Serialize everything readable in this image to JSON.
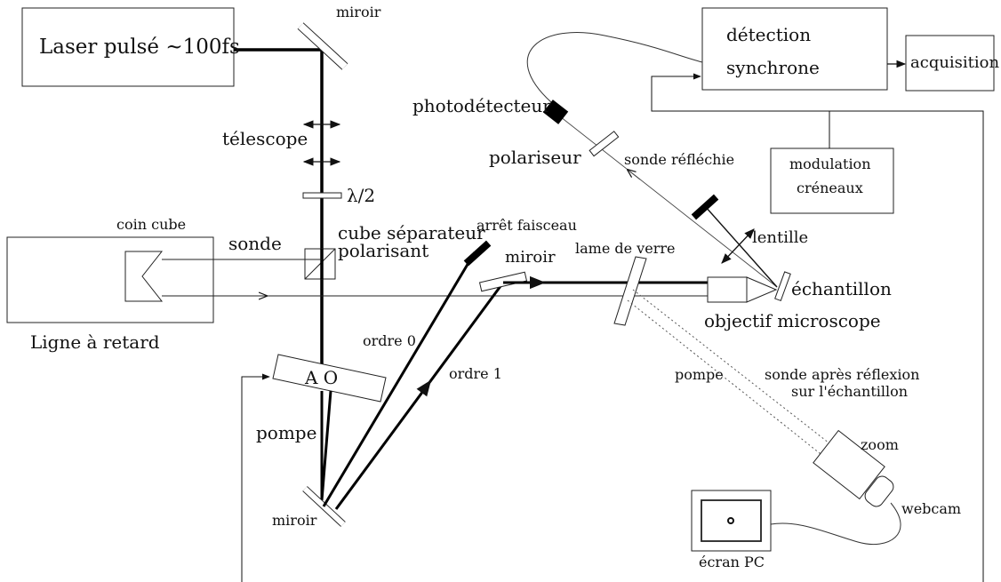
{
  "labels": {
    "laser": "Laser pulsé ~100fs",
    "miroir_top": "miroir",
    "telescope": "télescope",
    "lambda2": "λ/2",
    "coin_cube": "coin cube",
    "sonde": "sonde",
    "cube_sep_1": "cube séparateur",
    "cube_sep_2": "polarisant",
    "ligne_retard": "Ligne à retard",
    "arret_faisceau": "arrêt faisceau",
    "miroir_mid": "miroir",
    "ordre0": "ordre 0",
    "ordre1": "ordre 1",
    "ao": "A O",
    "pompe_left": "pompe",
    "miroir_bottom": "miroir",
    "lame_verre": "lame de verre",
    "echantillon": "échantillon",
    "objectif": "objectif microscope",
    "lentille": "lentille",
    "photodetecteur": "photodétecteur",
    "polariseur": "polariseur",
    "sonde_reflechie": "sonde réfléchie",
    "detection_1": "détection",
    "detection_2": "synchrone",
    "acquisition": "acquisition",
    "modulation_1": "modulation",
    "modulation_2": "créneaux",
    "pompe_right": "pompe",
    "sonde_apres_1": "sonde après réflexion",
    "sonde_apres_2": "sur l'échantillon",
    "zoom": "zoom",
    "webcam": "webcam",
    "ecran": "écran PC"
  }
}
